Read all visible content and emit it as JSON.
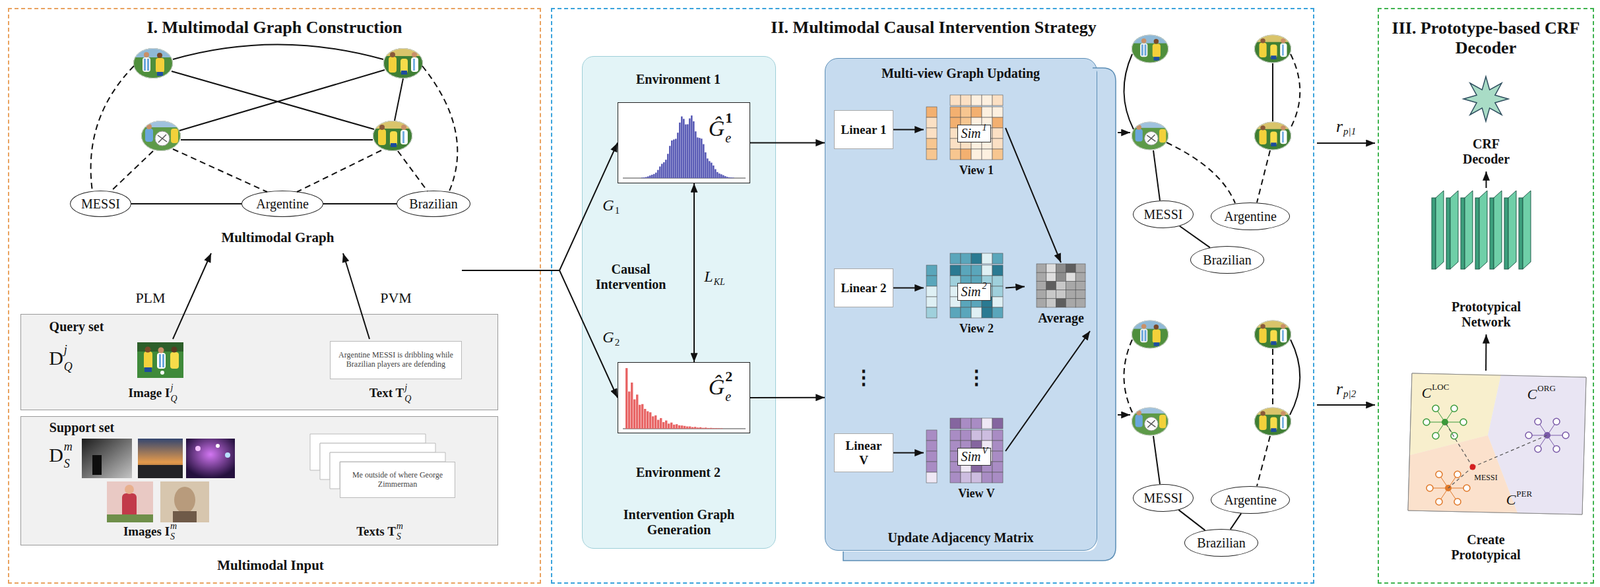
{
  "diagram": {
    "nodes": [
      {
        "text": [
          "I. Multimodal Graph Construction"
        ]
      },
      {
        "text": [
          "MESSI"
        ],
        "in": 0
      },
      {
        "text": [
          "Argentine"
        ],
        "in": 0
      },
      {
        "text": [
          "Brazilian"
        ],
        "in": 0
      },
      {
        "text": [
          "Query set"
        ],
        "in": 0
      },
      {
        "text": [
          "Argentine MESSI is dribbling while Brazilian players are defending"
        ],
        "in": 4
      },
      {
        "text": [
          "Support set"
        ],
        "in": 0
      },
      {
        "text": [
          "Me outside of where George Zimmerman"
        ],
        "in": 6
      },
      {
        "text": [
          "II. Multimodal Causal Intervention Strategy"
        ]
      },
      {
        "text": [
          "Intervention Graph Generation"
        ],
        "in": 8
      },
      {
        "text": [
          "Ĝ"
        ],
        "in": 9
      },
      {
        "text": [
          "Ĝ"
        ],
        "in": 9
      },
      {
        "text": [
          "Multi-view Graph Updating",
          "Update Adjacency Matrix"
        ],
        "in": 8
      },
      {
        "text": [
          "Linear 1"
        ],
        "in": 12
      },
      {
        "text": [
          "Linear 2"
        ],
        "in": 12
      },
      {
        "text": [
          "Linear V"
        ],
        "in": 12
      },
      {
        "text": [
          "Sim"
        ],
        "in": 12
      },
      {
        "text": [
          "Sim"
        ],
        "in": 12
      },
      {
        "text": [
          "Sim"
        ],
        "in": 12
      },
      {
        "text": [
          "Average"
        ],
        "in": 12
      },
      {
        "text": [
          "MESSI"
        ],
        "in": 8
      },
      {
        "text": [
          "Argentine"
        ],
        "in": 8
      },
      {
        "text": [
          "Brazilian"
        ],
        "in": 8
      },
      {
        "text": [
          "MESSI"
        ],
        "in": 8
      },
      {
        "text": [
          "Argentine"
        ],
        "in": 8
      },
      {
        "text": [
          "Brazilian"
        ],
        "in": 8
      },
      {
        "text": [
          "III. Prototype-based CRF Decoder"
        ]
      },
      {
        "text": [
          "CRF Decoder"
        ],
        "in": 26
      },
      {
        "text": [
          "Prototypical Network"
        ],
        "in": 26
      },
      {
        "text": [
          "Create Prototypical"
        ],
        "in": 26
      }
    ],
    "edges": [
      {
        "from": 1,
        "to": 2,
        "arrow": "none"
      },
      {
        "from": 2,
        "to": 3,
        "arrow": "none"
      },
      {
        "from": 0,
        "to": 10,
        "arrow": "to"
      },
      {
        "from": 0,
        "to": 11,
        "arrow": "to"
      },
      {
        "from": 10,
        "to": 11,
        "arrow": "both"
      },
      {
        "from": 10,
        "to": 12,
        "arrow": "to"
      },
      {
        "from": 11,
        "to": 12,
        "arrow": "to"
      },
      {
        "from": 13,
        "to": 16,
        "arrow": "to"
      },
      {
        "from": 14,
        "to": 17,
        "arrow": "to"
      },
      {
        "from": 15,
        "to": 18,
        "arrow": "to"
      },
      {
        "from": 16,
        "to": 19,
        "arrow": "to"
      },
      {
        "from": 17,
        "to": 19,
        "arrow": "to"
      },
      {
        "from": 18,
        "to": 19,
        "arrow": "to"
      },
      {
        "from": 20,
        "to": 22,
        "arrow": "none"
      },
      {
        "from": 23,
        "to": 25,
        "arrow": "none"
      },
      {
        "from": 25,
        "to": 24,
        "arrow": "none"
      },
      {
        "from": 29,
        "to": 28,
        "arrow": "to"
      },
      {
        "from": 28,
        "to": 27,
        "arrow": "to"
      }
    ],
    "labels": [
      "Multimodal Graph",
      "PLM",
      "PVM",
      "D",
      "j",
      "Q",
      "Image I",
      "j",
      "Q",
      "Text T",
      "j",
      "Q",
      "D",
      "m",
      "S",
      "Images I",
      "m",
      "S",
      "Texts T",
      "m",
      "S",
      "Multimodal Input",
      "Environment 1",
      "e",
      "1",
      "G",
      "1",
      "Causal Intervention",
      "L",
      "KL",
      "G",
      "2",
      "e",
      "2",
      "Environment 2",
      "1",
      "View 1",
      "2",
      "View 2",
      "V",
      "View V",
      "⋮",
      "⋮",
      "r",
      "p|1",
      "r",
      "p|2",
      "C",
      "LOC",
      "C",
      "ORG",
      "C",
      "PER",
      "MESSI"
    ]
  }
}
